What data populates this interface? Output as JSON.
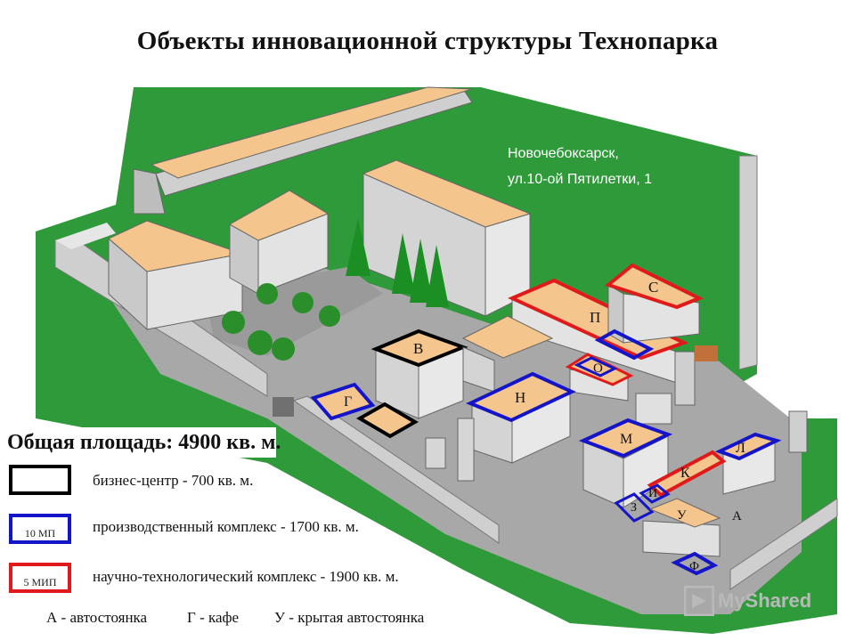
{
  "title": "Объекты инновационной структуры Технопарка",
  "address": {
    "line1": "Новочебоксарск,",
    "line2": "ул.10-ой Пятилетки, 1"
  },
  "buildings": [
    {
      "letter": "С",
      "category": "science"
    },
    {
      "letter": "П",
      "category": "science"
    },
    {
      "letter": "В",
      "category": "business"
    },
    {
      "letter": "Г",
      "category": "production"
    },
    {
      "letter": "О",
      "category": "science"
    },
    {
      "letter": "Н",
      "category": "production"
    },
    {
      "letter": "М",
      "category": "production"
    },
    {
      "letter": "Л",
      "category": "production"
    },
    {
      "letter": "К",
      "category": "science"
    },
    {
      "letter": "И",
      "category": "production"
    },
    {
      "letter": "З",
      "category": "production"
    },
    {
      "letter": "У",
      "category": "none"
    },
    {
      "letter": "А",
      "category": "none"
    },
    {
      "letter": "Ф",
      "category": "production"
    }
  ],
  "legend": {
    "total_area": "Общая площадь: 4900 кв. м.",
    "items": [
      {
        "color": "#000000",
        "box_text": "",
        "text": "бизнес-центр - 700 кв. м."
      },
      {
        "color": "#1414c8",
        "box_text": "10 МП",
        "text": "производственный комплекс - 1700 кв. м."
      },
      {
        "color": "#e01a1a",
        "box_text": "5 МИП",
        "text": "научно-технологический комплекс - 1900 кв. м."
      }
    ],
    "abbreviations": [
      "А - автостоянка",
      "Г - кафе",
      "У - крытая автостоянка"
    ]
  },
  "colors": {
    "grass": "#2f9a3a",
    "roof": "#f4c58d",
    "wall": "#dcdcdc",
    "ground": "#a9a9a9",
    "business": "#000000",
    "production": "#1414c8",
    "science": "#e01a1a"
  },
  "watermark": "MyShared"
}
